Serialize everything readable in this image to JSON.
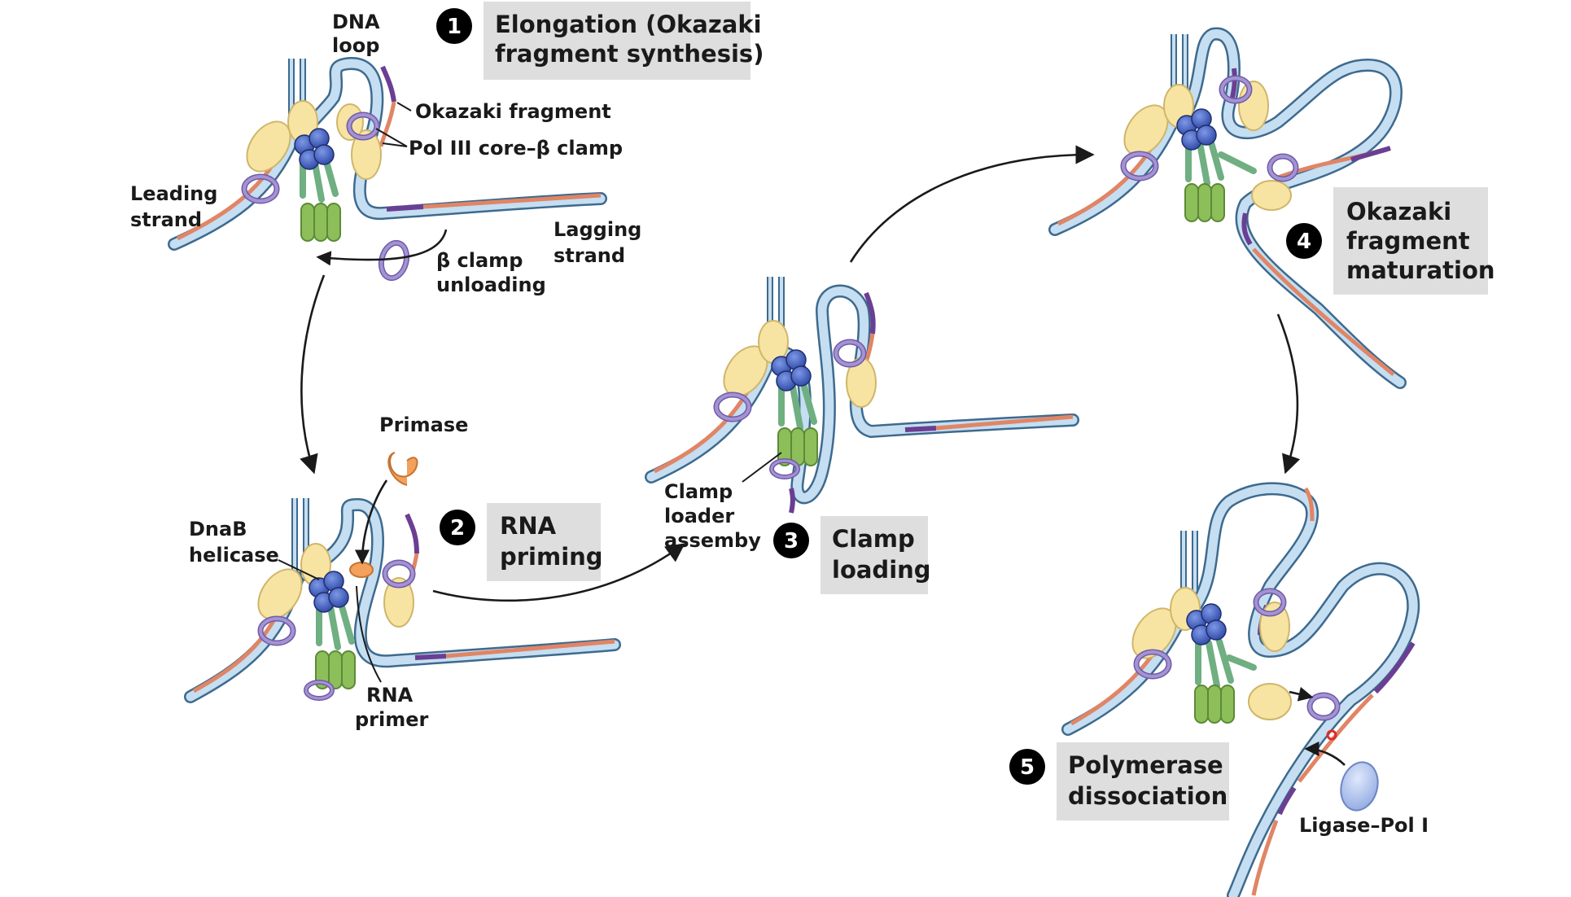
{
  "colors": {
    "dna_outline": "#3e6a8e",
    "dna_fill": "#c5def1",
    "new_strand": "#e08565",
    "rna_primer": "#6a3f93",
    "clamp": "#a493d2",
    "pol_core": "#f8e4a2",
    "helicase": "#3654b4",
    "clamp_loader": "#8cbf5a",
    "tau_linker": "#6faf82",
    "primase": "#f4a15c",
    "ligase_pol": "#b3c6ef",
    "step_box": "#dedede",
    "step_circle": "#000000"
  },
  "steps": [
    {
      "number": "1",
      "line1": "Elongation (Okazaki",
      "line2": "fragment synthesis)"
    },
    {
      "number": "2",
      "line1": "RNA",
      "line2": "priming"
    },
    {
      "number": "3",
      "line1": "Clamp",
      "line2": "loading"
    },
    {
      "number": "4",
      "line1": "Okazaki",
      "line2": "fragment",
      "line3": "maturation"
    },
    {
      "number": "5",
      "line1": "Polymerase",
      "line2": "dissociation"
    }
  ],
  "labels": {
    "dna_loop": [
      "DNA",
      "loop"
    ],
    "okazaki_fragment": "Okazaki fragment",
    "pol_clamp": "Pol III core–β clamp",
    "leading_strand": [
      "Leading",
      "strand"
    ],
    "lagging_strand": [
      "Lagging",
      "strand"
    ],
    "clamp_unloading": [
      "β clamp",
      "unloading"
    ],
    "primase": "Primase",
    "dnab_helicase": [
      "DnaB",
      "helicase"
    ],
    "rna_primer": [
      "RNA",
      "primer"
    ],
    "clamp_loader": [
      "Clamp",
      "loader",
      "assemby"
    ],
    "ligase_pol": "Ligase–Pol I"
  }
}
